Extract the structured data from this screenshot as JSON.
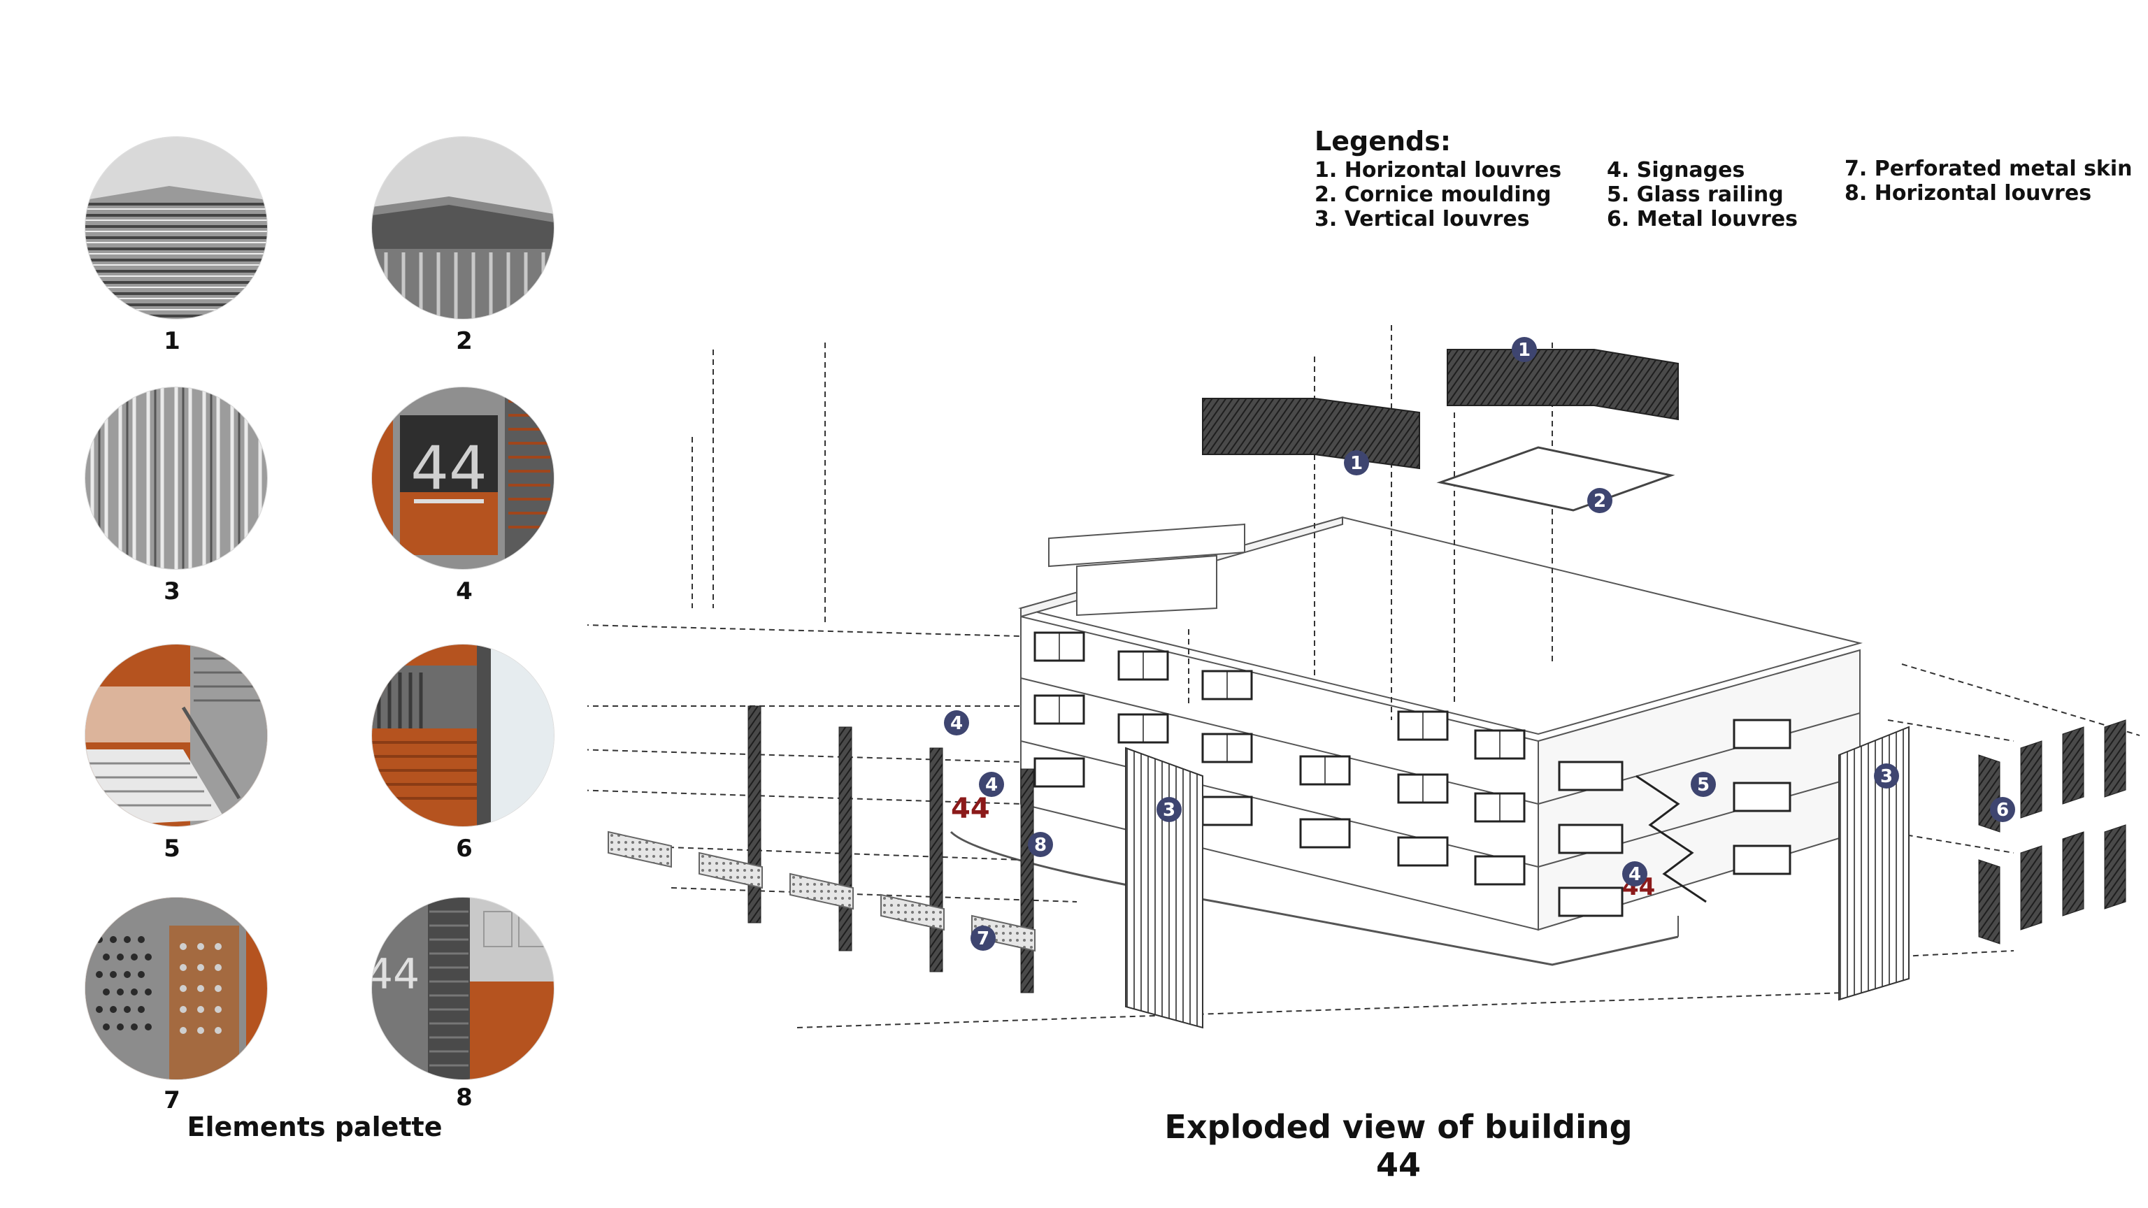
{
  "palette": {
    "title": "Elements palette",
    "items": [
      {
        "num": "1",
        "icon": "horizontal-louvres-swatch"
      },
      {
        "num": "2",
        "icon": "cornice-moulding-swatch"
      },
      {
        "num": "3",
        "icon": "vertical-louvres-swatch"
      },
      {
        "num": "4",
        "icon": "signage-swatch",
        "sign_text": "44"
      },
      {
        "num": "5",
        "icon": "glass-railing-swatch"
      },
      {
        "num": "6",
        "icon": "metal-louvres-swatch"
      },
      {
        "num": "7",
        "icon": "perforated-metal-skin-swatch"
      },
      {
        "num": "8",
        "icon": "horizontal-louvres-swatch",
        "sign_text": "44"
      }
    ]
  },
  "legend": {
    "title": "Legends:",
    "col1": [
      "1. Horizontal louvres",
      "2. Cornice moulding",
      "3. Vertical louvres"
    ],
    "col2": [
      "4. Signages",
      "5. Glass railing",
      "6. Metal louvres"
    ],
    "col3": [
      "7. Perforated metal skin",
      "8. Horizontal louvres"
    ]
  },
  "diagram": {
    "title": "Exploded view of building 44",
    "signage_text": "44",
    "markers": [
      "1",
      "1",
      "2",
      "3",
      "3",
      "4",
      "4",
      "4",
      "5",
      "6",
      "7",
      "8"
    ],
    "colors": {
      "marker_fill": "#3e4570",
      "signage_red": "#8b1a1a",
      "corten": "#b5531f",
      "louvre_dark": "#3a3a3a",
      "line": "#444444"
    }
  }
}
